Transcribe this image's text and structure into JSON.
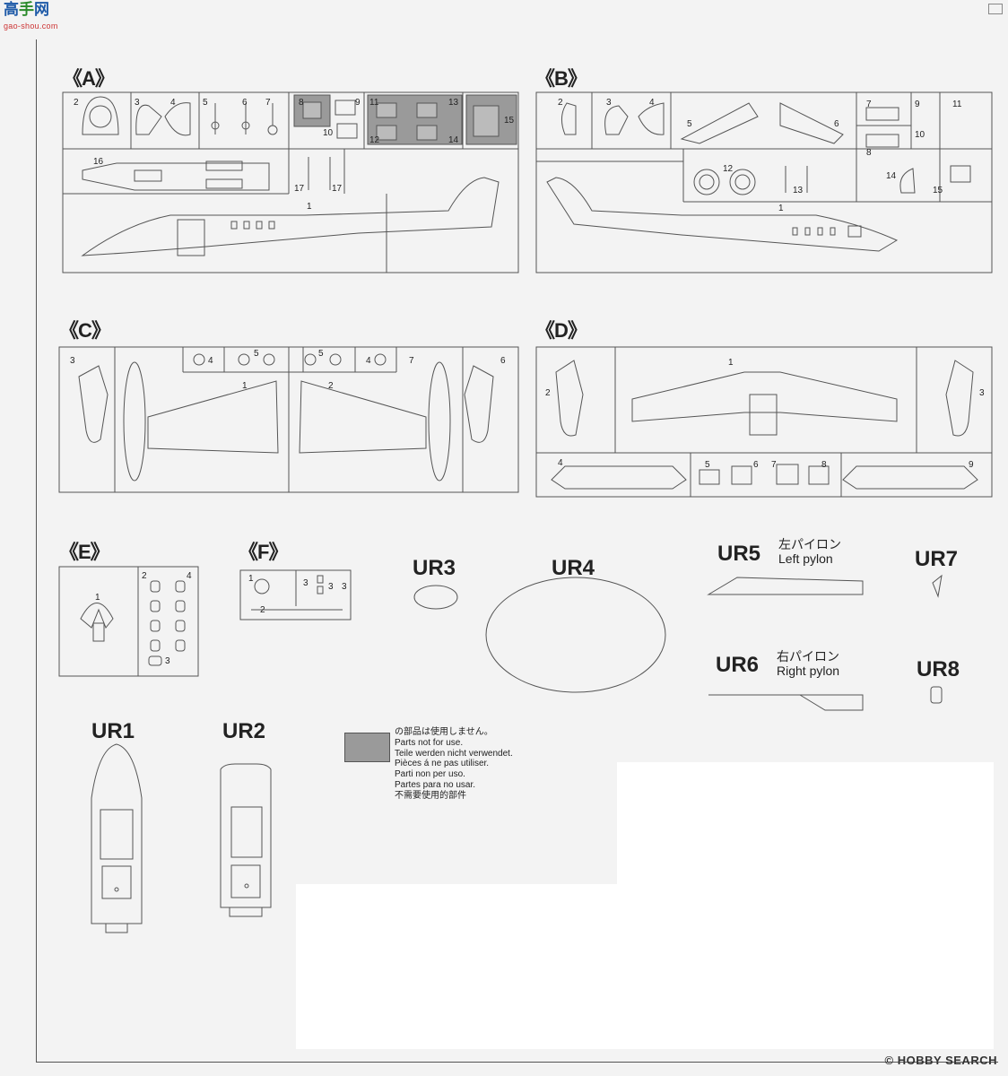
{
  "watermark_top": {
    "logo": "高",
    "logo2": "手",
    "logo3": "网",
    "url": "gao-shou.com"
  },
  "sections": {
    "A": "《A》",
    "B": "《B》",
    "C": "《C》",
    "D": "《D》",
    "E": "《E》",
    "F": "《F》"
  },
  "runners": {
    "A": [
      "2",
      "3",
      "4",
      "5",
      "6",
      "7",
      "8",
      "9",
      "10",
      "11",
      "12",
      "13",
      "14",
      "15",
      "16",
      "17",
      "17",
      "1"
    ],
    "B": [
      "2",
      "3",
      "4",
      "5",
      "6",
      "7",
      "8",
      "9",
      "10",
      "11",
      "12",
      "13",
      "14",
      "15",
      "1"
    ],
    "C": [
      "3",
      "4",
      "5",
      "5",
      "4",
      "7",
      "6",
      "1",
      "2"
    ],
    "D": [
      "1",
      "2",
      "3",
      "4",
      "5",
      "6",
      "7",
      "8",
      "9"
    ],
    "E": [
      "1",
      "2",
      "4",
      "3"
    ],
    "F": [
      "1",
      "3",
      "3",
      "3",
      "2"
    ]
  },
  "parts": {
    "UR1": "UR1",
    "UR2": "UR2",
    "UR3": "UR3",
    "UR4": "UR4",
    "UR5": "UR5",
    "UR5_jp": "左パイロン",
    "UR5_en": "Left pylon",
    "UR6": "UR6",
    "UR6_jp": "右パイロン",
    "UR6_en": "Right pylon",
    "UR7": "UR7",
    "UR8": "UR8"
  },
  "legend": {
    "swatch_color": "#9a9a9a",
    "lines": [
      "の部品は使用しません。",
      "Parts not for use.",
      "Teile werden nicht verwendet.",
      "Pièces á ne pas utiliser.",
      "Parti non per uso.",
      "Partes para no usar.",
      "不需要使用的部件"
    ]
  },
  "watermark_bottom": {
    "brand": "HOBBY",
    "suffix": "SEARCH"
  }
}
